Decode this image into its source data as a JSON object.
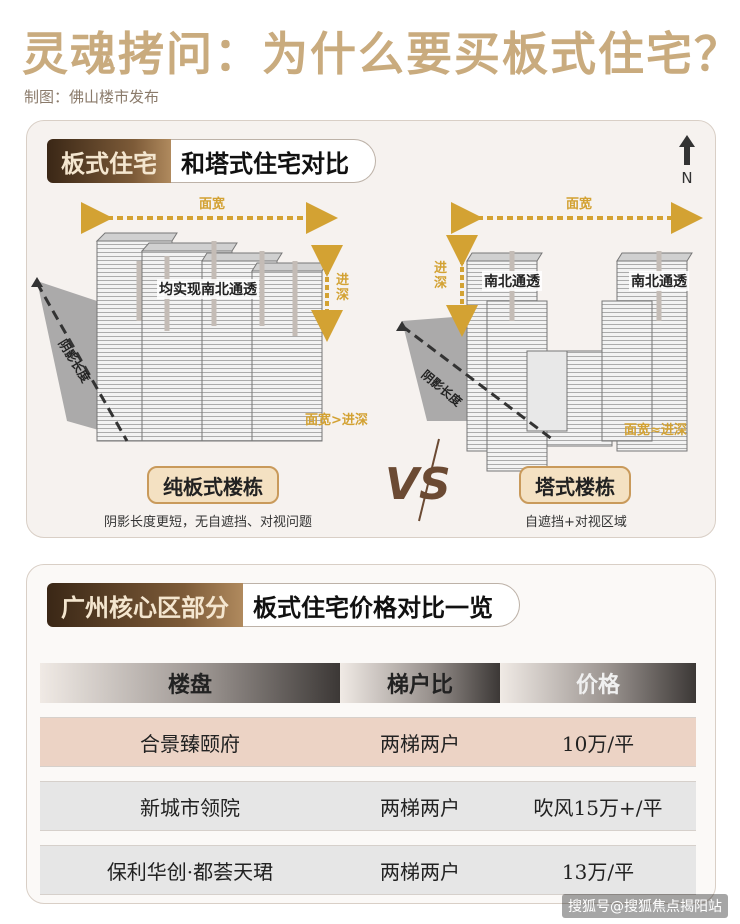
{
  "header": {
    "title": "灵魂拷问：为什么要买板式住宅？",
    "credit": "制图：佛山楼市发布"
  },
  "comparison": {
    "tab_highlight": "板式住宅",
    "tab_rest": "和塔式住宅对比",
    "north_label": "N",
    "left": {
      "width_label": "面宽",
      "depth_label": "进深",
      "shadow_label": "阴影长度",
      "through_label": "均实现南北通透",
      "ratio_label": "面宽>进深",
      "name": "纯板式楼栋",
      "caption": "阴影长度更短，无自遮挡、对视问题"
    },
    "vs_label": "VS",
    "right": {
      "width_label": "面宽",
      "depth_label": "进深",
      "shadow_label": "阴影长度",
      "through_left": "南北通透",
      "through_right": "南北通透",
      "ratio_label": "面宽≈进深",
      "name": "塔式楼栋",
      "caption": "自遮挡+对视区域"
    }
  },
  "prices": {
    "tab_highlight": "广州核心区部分",
    "tab_rest": "板式住宅价格对比一览",
    "headers": [
      "楼盘",
      "梯户比",
      "价格"
    ],
    "rows": [
      [
        "合景臻颐府",
        "两梯两户",
        "10万/平"
      ],
      [
        "新城市领院",
        "两梯两户",
        "吹风15万+/平"
      ],
      [
        "保利华创·都荟天珺",
        "两梯两户",
        "13万/平"
      ]
    ]
  },
  "watermark": "搜狐号@搜狐焦点揭阳站",
  "colors": {
    "title_gold": "#c9ab7e",
    "accent_gold": "#d3a233",
    "row_highlight": "#ecd3c5",
    "row_gray": "#e6e6e6"
  }
}
